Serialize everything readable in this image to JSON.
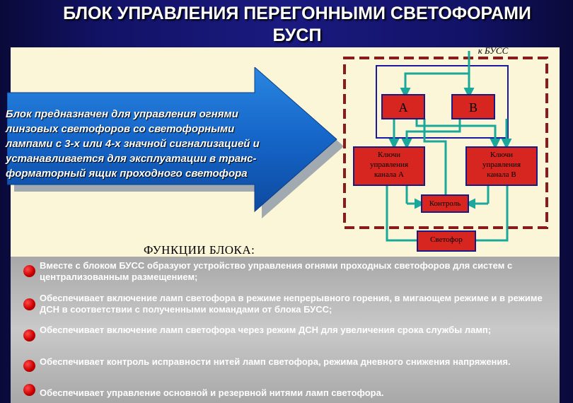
{
  "title": {
    "line1": "БЛОК  УПРАВЛЕНИЯ ПЕРЕГОННЫМИ СВЕТОФОРАМИ",
    "line2": "БУСП"
  },
  "description": {
    "line1": "Блок предназначен для управления огнями",
    "line2": "линзовых светофоров со светофорными",
    "line3": "лампами с 3-х или 4-х значной сигнализацией и",
    "line4": "устанавливается для эксплуатации в транс-",
    "line5": "форматорный ящик проходного светофора"
  },
  "diagram": {
    "to_buss": "к БУСС",
    "box_a": "А",
    "box_b": "В",
    "keys_a": "Ключи управления канала А",
    "keys_b": "Ключи управления канала В",
    "control": "Контроль",
    "signal": "Светофор"
  },
  "functions": {
    "heading": "ФУНКЦИИ  БЛОКА:",
    "items": [
      "Вместе с блоком БУСС образуют устройство управления огнями проходных светофоров для систем с централизованным размещением;",
      "Обеспечивает включение ламп светофора в режиме непрерывного горения, в мигающем режиме и в режиме ДСН в соответствии с полученными командами от блока БУСС;",
      "Обеспечивает включение ламп светофора через режим ДСН для увеличения срока службы ламп;",
      "Обеспечивает контроль исправности нитей ламп светофора, режима дневного снижения напряжения.",
      "Обеспечивает управление основной и резервной нитями ламп светофора."
    ]
  },
  "colors": {
    "background": "#121266",
    "panel": "#fbf6d8",
    "arrow": "#1565c8",
    "dashed_frame": "#8b1a1a",
    "box_fill": "#d7251f",
    "connector": "#1aa89a",
    "bullet": "#cc0000"
  }
}
